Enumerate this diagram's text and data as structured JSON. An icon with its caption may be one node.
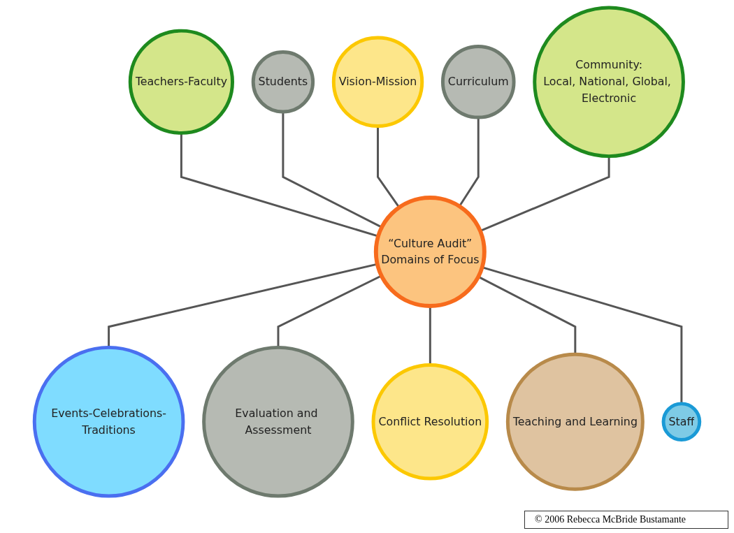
{
  "diagram": {
    "nodes": [
      {
        "text": [
          "Vision-Mission"
        ]
      },
      {
        "text": [
          "Students"
        ]
      },
      {
        "text": [
          "Curriculum"
        ]
      },
      {
        "text": [
          "Teachers-Faculty"
        ]
      },
      {
        "text": [
          "Community:",
          "Local, National, Global, Electronic"
        ]
      },
      {
        "text": [
          "“Culture Audit”",
          "Domains of Focus"
        ]
      },
      {
        "text": [
          "Events-Celebrations-Traditions"
        ]
      },
      {
        "text": [
          "Staff"
        ]
      },
      {
        "text": [
          "Evaluation and Assessment"
        ]
      },
      {
        "text": [
          "Teaching and Learning"
        ]
      },
      {
        "text": [
          "Conflict Resolution"
        ]
      }
    ],
    "edges": [
      {
        "from": 3,
        "to": 5,
        "arrow": "none"
      },
      {
        "from": 1,
        "to": 5,
        "arrow": "none"
      },
      {
        "from": 0,
        "to": 5,
        "arrow": "none"
      },
      {
        "from": 2,
        "to": 5,
        "arrow": "none"
      },
      {
        "from": 4,
        "to": 5,
        "arrow": "none"
      },
      {
        "from": 5,
        "to": 6,
        "arrow": "none"
      },
      {
        "from": 5,
        "to": 8,
        "arrow": "none"
      },
      {
        "from": 5,
        "to": 10,
        "arrow": "none"
      },
      {
        "from": 5,
        "to": 9,
        "arrow": "none"
      },
      {
        "from": 5,
        "to": 7,
        "arrow": "none"
      }
    ],
    "labels": [
      "© 2006 Rebecca McBride Bustamante"
    ]
  }
}
